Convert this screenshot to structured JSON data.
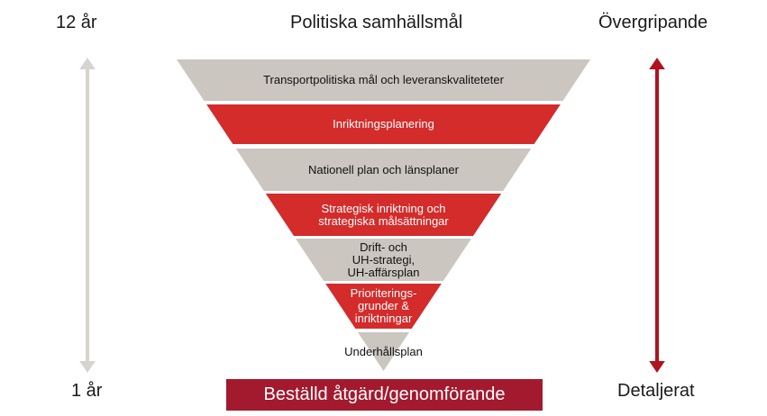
{
  "header": {
    "left": "12 år",
    "center": "Politiska samhällsmål",
    "right": "Övergripande"
  },
  "footer": {
    "left": "1 år",
    "right": "Detaljerat"
  },
  "levels": [
    {
      "label": "Transportpolitiska mål och leveranskvaliteteter",
      "style": "grey"
    },
    {
      "label": "Inriktningsplanering",
      "style": "red"
    },
    {
      "label": "Nationell plan och länsplaner",
      "style": "grey"
    },
    {
      "label": "Strategisk inriktning och\nstrategiska målsättningar",
      "style": "red"
    },
    {
      "label": "Drift- och\nUH-strategi,\nUH-affärsplan",
      "style": "grey"
    },
    {
      "label": "Prioriterings-\ngrunder &\ninriktningar",
      "style": "red"
    },
    {
      "label": "Underhållsplan",
      "style": "grey"
    }
  ],
  "result_box": {
    "label": "Beställd åtgärd/genomförande"
  },
  "colors": {
    "grey": "#cbc6c0",
    "red": "#d42b2b",
    "dark_red": "#a3192e",
    "arrow_left": "#d7d3ce",
    "arrow_right": "#b0121f"
  }
}
